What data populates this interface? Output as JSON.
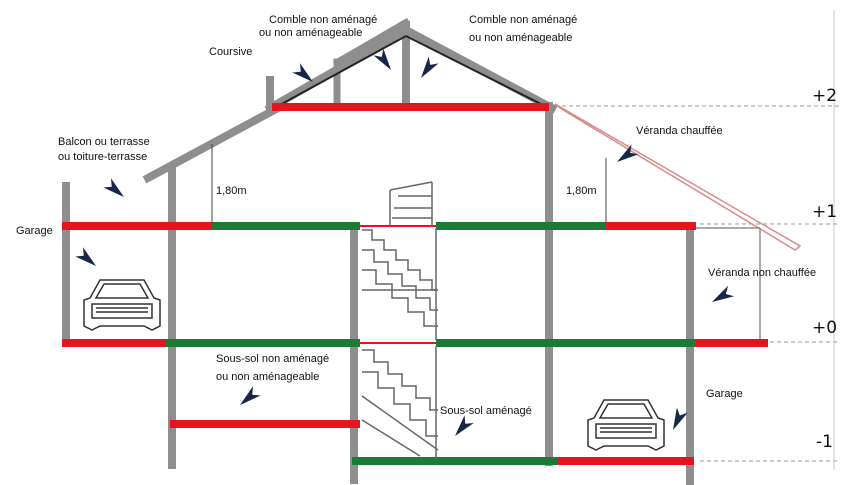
{
  "colors": {
    "wall": "#8e8e8e",
    "non_counted_floor": "#e8141d",
    "counted_floor": "#1b7a36",
    "arrow": "#17264a",
    "stairs": "#666666",
    "dashed_line": "#9a9a9a"
  },
  "levels": {
    "plus2": "+2",
    "plus1": "+1",
    "zero": "+0",
    "minus1": "-1"
  },
  "labels": {
    "comble_left_line1": "Comble non aménagé",
    "comble_left_line2": "ou non aménageable",
    "comble_right_line1": "Comble non aménagé",
    "comble_right_line2": "ou non aménageable",
    "coursive": "Coursive",
    "balcon_line1": "Balcon ou terrasse",
    "balcon_line2": "ou toiture-terrasse",
    "garage_top": "Garage",
    "height_left": "1,80m",
    "height_right": "1,80m",
    "veranda_chauffee": "Véranda chauffée",
    "veranda_non_chauffee": "Véranda non chauffée",
    "sous_sol_non_line1": "Sous-sol non aménagé",
    "sous_sol_non_line2": "ou non aménageable",
    "sous_sol_amenage": "Sous-sol aménagé",
    "garage_bottom": "Garage"
  },
  "icons": [
    "pointer-arrow-icon",
    "car-icon",
    "staircase-icon"
  ]
}
